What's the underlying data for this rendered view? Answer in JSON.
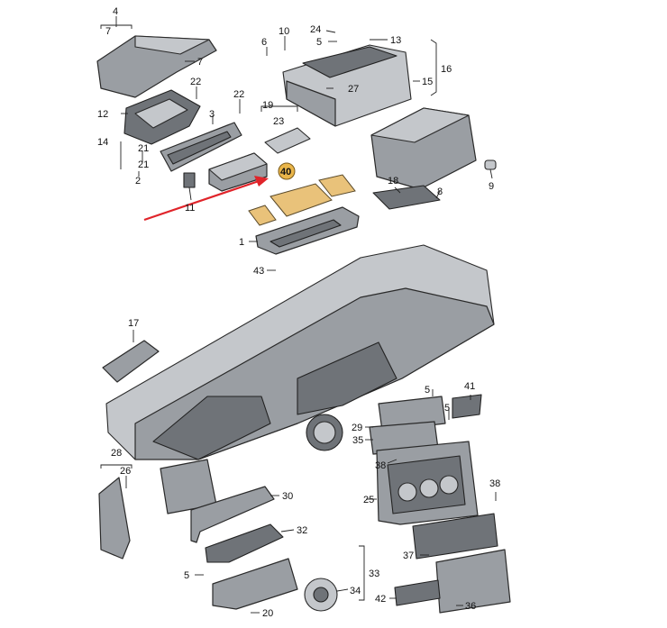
{
  "callouts": [
    {
      "id": "c4",
      "text": "4"
    },
    {
      "id": "c7a",
      "text": "7"
    },
    {
      "id": "c7b",
      "text": "7"
    },
    {
      "id": "c6",
      "text": "6"
    },
    {
      "id": "c10",
      "text": "10"
    },
    {
      "id": "c24",
      "text": "24"
    },
    {
      "id": "c5a",
      "text": "5"
    },
    {
      "id": "c13",
      "text": "13"
    },
    {
      "id": "c16",
      "text": "16"
    },
    {
      "id": "c15",
      "text": "15"
    },
    {
      "id": "c27",
      "text": "27"
    },
    {
      "id": "c22a",
      "text": "22"
    },
    {
      "id": "c22b",
      "text": "22"
    },
    {
      "id": "c12",
      "text": "12"
    },
    {
      "id": "c3",
      "text": "3"
    },
    {
      "id": "c19",
      "text": "19"
    },
    {
      "id": "c23",
      "text": "23"
    },
    {
      "id": "c14",
      "text": "14"
    },
    {
      "id": "c21a",
      "text": "21"
    },
    {
      "id": "c21b",
      "text": "21"
    },
    {
      "id": "c2",
      "text": "2"
    },
    {
      "id": "c11",
      "text": "11"
    },
    {
      "id": "c40",
      "text": "40"
    },
    {
      "id": "c18",
      "text": "18"
    },
    {
      "id": "c8",
      "text": "8"
    },
    {
      "id": "c9",
      "text": "9"
    },
    {
      "id": "c1",
      "text": "1"
    },
    {
      "id": "c43",
      "text": "43"
    },
    {
      "id": "c17",
      "text": "17"
    },
    {
      "id": "c41",
      "text": "41"
    },
    {
      "id": "c5b",
      "text": "5"
    },
    {
      "id": "c5c",
      "text": "5"
    },
    {
      "id": "c29",
      "text": "29"
    },
    {
      "id": "c35",
      "text": "35"
    },
    {
      "id": "c38a",
      "text": "38"
    },
    {
      "id": "c28",
      "text": "28"
    },
    {
      "id": "c26",
      "text": "26"
    },
    {
      "id": "c30",
      "text": "30"
    },
    {
      "id": "c25",
      "text": "25"
    },
    {
      "id": "c38b",
      "text": "38"
    },
    {
      "id": "c32",
      "text": "32"
    },
    {
      "id": "c37",
      "text": "37"
    },
    {
      "id": "c5d",
      "text": "5"
    },
    {
      "id": "c33",
      "text": "33"
    },
    {
      "id": "c34",
      "text": "34"
    },
    {
      "id": "c42",
      "text": "42"
    },
    {
      "id": "c36",
      "text": "36"
    },
    {
      "id": "c20",
      "text": "20"
    }
  ],
  "colors": {
    "highlight_arrow": "#e0242a",
    "highlight_badge": "#e9b54a",
    "mat": "#e9c27a",
    "part": "#9a9ea3"
  }
}
